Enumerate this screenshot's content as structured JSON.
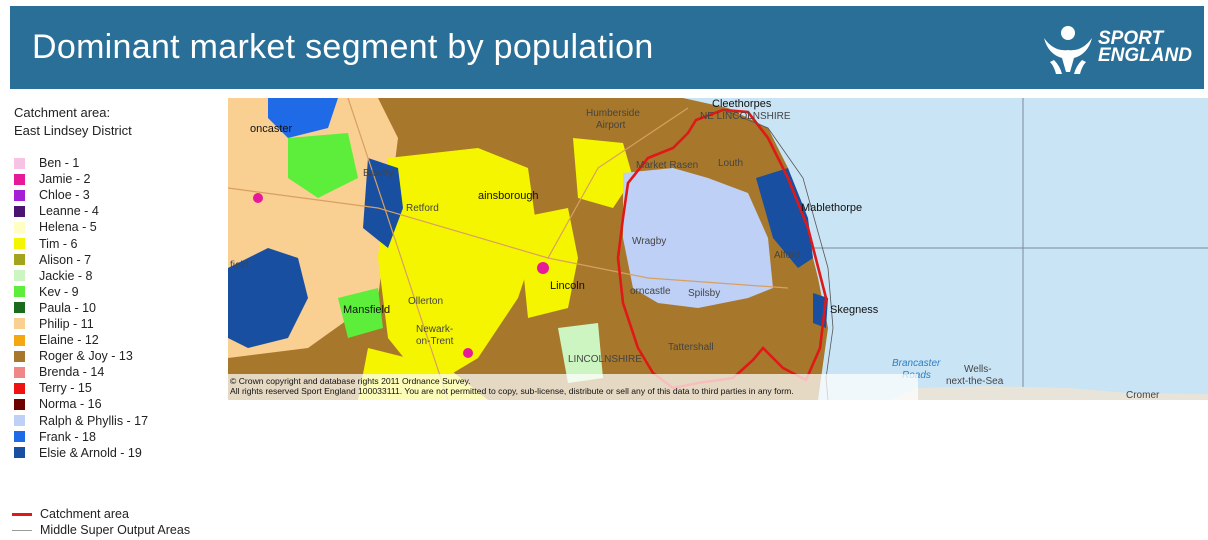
{
  "header": {
    "title": "Dominant market segment by population",
    "logo": {
      "line1": "SPORT",
      "line2": "ENGLAND"
    }
  },
  "catchment": {
    "label": "Catchment area:",
    "name": "East Lindsey District"
  },
  "legend": [
    {
      "label": "Ben - 1",
      "color": "#f7c3e4"
    },
    {
      "label": "Jamie - 2",
      "color": "#e6199a"
    },
    {
      "label": "Chloe - 3",
      "color": "#a51fd6"
    },
    {
      "label": "Leanne - 4",
      "color": "#4b1470"
    },
    {
      "label": "Helena - 5",
      "color": "#ffffc4"
    },
    {
      "label": "Tim - 6",
      "color": "#f5f500"
    },
    {
      "label": "Alison - 7",
      "color": "#a3a31d"
    },
    {
      "label": "Jackie - 8",
      "color": "#cdf5c2"
    },
    {
      "label": "Kev - 9",
      "color": "#5cee3a"
    },
    {
      "label": "Paula - 10",
      "color": "#1c6b1c"
    },
    {
      "label": "Philip - 11",
      "color": "#f9cf92"
    },
    {
      "label": "Elaine - 12",
      "color": "#f5a70f"
    },
    {
      "label": "Roger & Joy - 13",
      "color": "#a7782b"
    },
    {
      "label": "Brenda - 14",
      "color": "#f08686"
    },
    {
      "label": "Terry - 15",
      "color": "#ee1212"
    },
    {
      "label": "Norma - 16",
      "color": "#6e0000"
    },
    {
      "label": "Ralph & Phyllis - 17",
      "color": "#bed0f5"
    },
    {
      "label": "Frank - 18",
      "color": "#1f6ae6"
    },
    {
      "label": "Elsie & Arnold - 19",
      "color": "#184fa0"
    }
  ],
  "lines": [
    {
      "label": "Catchment area",
      "color": "#e01818"
    },
    {
      "label": "Middle Super Output Areas",
      "color": "#9a9a9a"
    }
  ],
  "map": {
    "places": {
      "cleethorpes": "Cleethorpes",
      "ne_lincolnshire": "NE LINCOLNSHIRE",
      "humberside": "Humberside",
      "airport": "Airport",
      "doncaster": "oncaster",
      "bawtry": "Bawtry",
      "gainsborough": "ainsborough",
      "retford": "Retford",
      "market_rasen": "Market Rasen",
      "louth": "Louth",
      "mablethorpe": "Mablethorpe",
      "wragby": "Wragby",
      "alford": "Alford",
      "horncastle": "orncastle",
      "spilsby": "Spilsby",
      "lincoln": "Lincoln",
      "mansfield": "Mansfield",
      "ollerton": "Ollerton",
      "newark": "Newark-",
      "on_trent": "on-Trent",
      "field": "field",
      "skegness": "Skegness",
      "tattershall": "Tattershall",
      "lincolnshire": "LINCOLNSHIRE",
      "brancaster": "Brancaster",
      "roads": "Roads",
      "wells": "Wells-",
      "next_the_sea": "next-the-Sea",
      "cromer": "Cromer"
    },
    "copyright": {
      "line1": "© Crown copyright and database rights 2011 Ordnance Survey.",
      "line2": "All rights reserved Sport England 100033111.  You are not permitted to copy, sub-license, distribute or sell any of this data to third parties in any form."
    }
  }
}
